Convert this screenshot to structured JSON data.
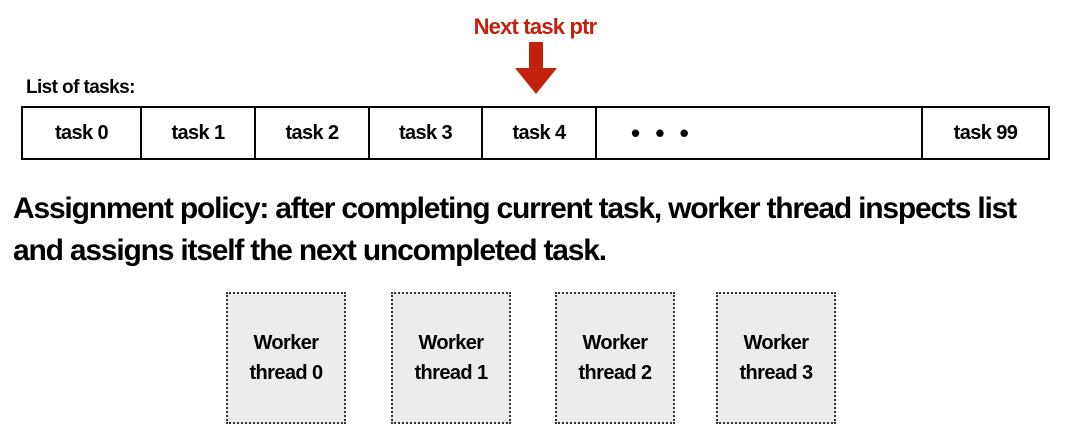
{
  "pointer": {
    "label": "Next task ptr",
    "color": "#c0220e"
  },
  "list": {
    "label": "List of tasks:",
    "tasks": [
      "task 0",
      "task 1",
      "task 2",
      "task 3",
      "task 4",
      "• • •",
      "task 99"
    ]
  },
  "policy": {
    "line1": "Assignment policy: after completing current task, worker thread inspects list",
    "line2": "and assigns itself the next uncompleted task."
  },
  "workers": [
    {
      "line1": "Worker",
      "line2": "thread 0"
    },
    {
      "line1": "Worker",
      "line2": "thread 1"
    },
    {
      "line1": "Worker",
      "line2": "thread 2"
    },
    {
      "line1": "Worker",
      "line2": "thread 3"
    }
  ]
}
